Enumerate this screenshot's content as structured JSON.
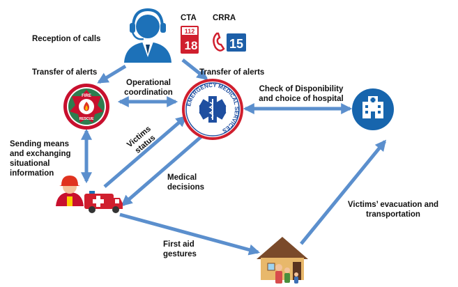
{
  "labels": {
    "reception_of_calls": "Reception of calls",
    "cta": "CTA",
    "crra": "CRRA",
    "cta_number_top": "112",
    "cta_number_bottom": "18",
    "crra_number": "15",
    "transfer_left": "Transfer of alerts",
    "transfer_right": "Transfer of alerts",
    "operational_coordination_1": "Operational",
    "operational_coordination_2": "coordination",
    "check_disponibility_1": "Check of Disponibility",
    "check_disponibility_2": "and choice of hospital",
    "victims_status_1": "Victims",
    "victims_status_2": "status",
    "sending_means_1": "Sending means",
    "sending_means_2": "and exchanging",
    "sending_means_3": "situational",
    "sending_means_4": "information",
    "medical_decisions_1": "Medical",
    "medical_decisions_2": "decisions",
    "evacuation_1": "Victims’ evacuation and",
    "evacuation_2": "transportation",
    "first_aid_1": "First aid",
    "first_aid_2": "gestures"
  },
  "logos": {
    "fire_top": "FIRE",
    "fire_bottom": "RESCUE",
    "ems_ring": "EMERGENCY MEDICAL SERVICES"
  },
  "colors": {
    "arrow": "#5b8fcd",
    "arrow_edge": "#3f74b6",
    "operator_blue": "#1d71b8",
    "hospital_blue": "#1765ad",
    "fire_red": "#c8102e",
    "fire_green": "#2e7d4f",
    "ems_blue": "#1f4fa0",
    "ems_red": "#d01f2e"
  }
}
